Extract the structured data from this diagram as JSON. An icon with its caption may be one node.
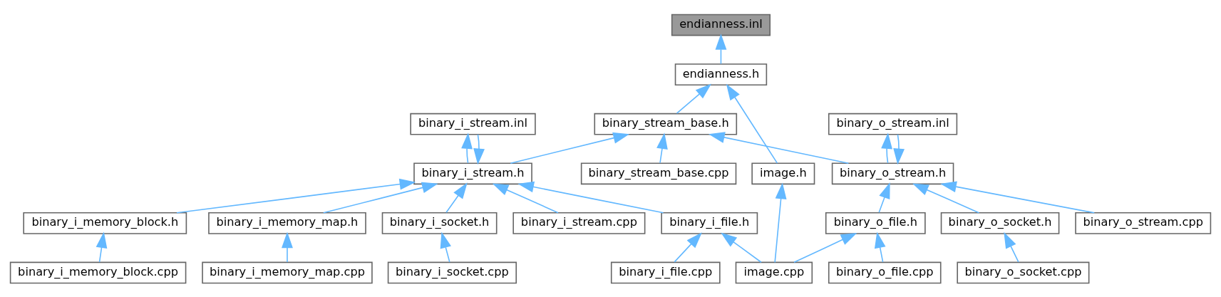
{
  "diagram": {
    "nodes": [
      {
        "text": [
          "endianness.inl"
        ]
      },
      {
        "text": [
          "endianness.h"
        ]
      },
      {
        "text": [
          "image.h"
        ]
      },
      {
        "text": [
          "binary_stream_base.h"
        ]
      },
      {
        "text": [
          "binary_i_stream.h"
        ]
      },
      {
        "text": [
          "binary_stream_base.cpp"
        ]
      },
      {
        "text": [
          "binary_o_stream.h"
        ]
      },
      {
        "text": [
          "binary_i_memory_block.h"
        ]
      },
      {
        "text": [
          "binary_i_memory_map.h"
        ]
      },
      {
        "text": [
          "binary_i_socket.h"
        ]
      },
      {
        "text": [
          "binary_i_file.h"
        ]
      },
      {
        "text": [
          "binary_i_stream.cpp"
        ]
      },
      {
        "text": [
          "binary_i_stream.inl"
        ]
      },
      {
        "text": [
          "binary_o_stream.inl"
        ]
      },
      {
        "text": [
          "binary_o_file.h"
        ]
      },
      {
        "text": [
          "binary_o_socket.h"
        ]
      },
      {
        "text": [
          "binary_o_stream.cpp"
        ]
      },
      {
        "text": [
          "binary_i_memory_block.cpp"
        ]
      },
      {
        "text": [
          "binary_i_memory_map.cpp"
        ]
      },
      {
        "text": [
          "binary_i_socket.cpp"
        ]
      },
      {
        "text": [
          "binary_i_file.cpp"
        ]
      },
      {
        "text": [
          "image.cpp"
        ]
      },
      {
        "text": [
          "binary_o_file.cpp"
        ]
      },
      {
        "text": [
          "binary_o_socket.cpp"
        ]
      }
    ],
    "edges": [
      {
        "from": 1,
        "to": 0,
        "arrow": "to"
      },
      {
        "from": 2,
        "to": 1,
        "arrow": "to"
      },
      {
        "from": 3,
        "to": 1,
        "arrow": "to"
      },
      {
        "from": 21,
        "to": 2,
        "arrow": "to"
      },
      {
        "from": 4,
        "to": 3,
        "arrow": "to"
      },
      {
        "from": 5,
        "to": 3,
        "arrow": "to"
      },
      {
        "from": 6,
        "to": 3,
        "arrow": "to"
      },
      {
        "from": 7,
        "to": 4,
        "arrow": "to"
      },
      {
        "from": 8,
        "to": 4,
        "arrow": "to"
      },
      {
        "from": 9,
        "to": 4,
        "arrow": "to"
      },
      {
        "from": 10,
        "to": 4,
        "arrow": "to"
      },
      {
        "from": 11,
        "to": 4,
        "arrow": "to"
      },
      {
        "from": 12,
        "to": 4,
        "arrow": "to"
      },
      {
        "from": 4,
        "to": 12,
        "arrow": "to"
      },
      {
        "from": 13,
        "to": 6,
        "arrow": "to"
      },
      {
        "from": 6,
        "to": 13,
        "arrow": "to"
      },
      {
        "from": 14,
        "to": 6,
        "arrow": "to"
      },
      {
        "from": 15,
        "to": 6,
        "arrow": "to"
      },
      {
        "from": 16,
        "to": 6,
        "arrow": "to"
      },
      {
        "from": 17,
        "to": 7,
        "arrow": "to"
      },
      {
        "from": 18,
        "to": 8,
        "arrow": "to"
      },
      {
        "from": 19,
        "to": 9,
        "arrow": "to"
      },
      {
        "from": 20,
        "to": 10,
        "arrow": "to"
      },
      {
        "from": 21,
        "to": 10,
        "arrow": "to"
      },
      {
        "from": 22,
        "to": 14,
        "arrow": "to"
      },
      {
        "from": 21,
        "to": 14,
        "arrow": "to"
      },
      {
        "from": 23,
        "to": 15,
        "arrow": "to"
      }
    ]
  }
}
